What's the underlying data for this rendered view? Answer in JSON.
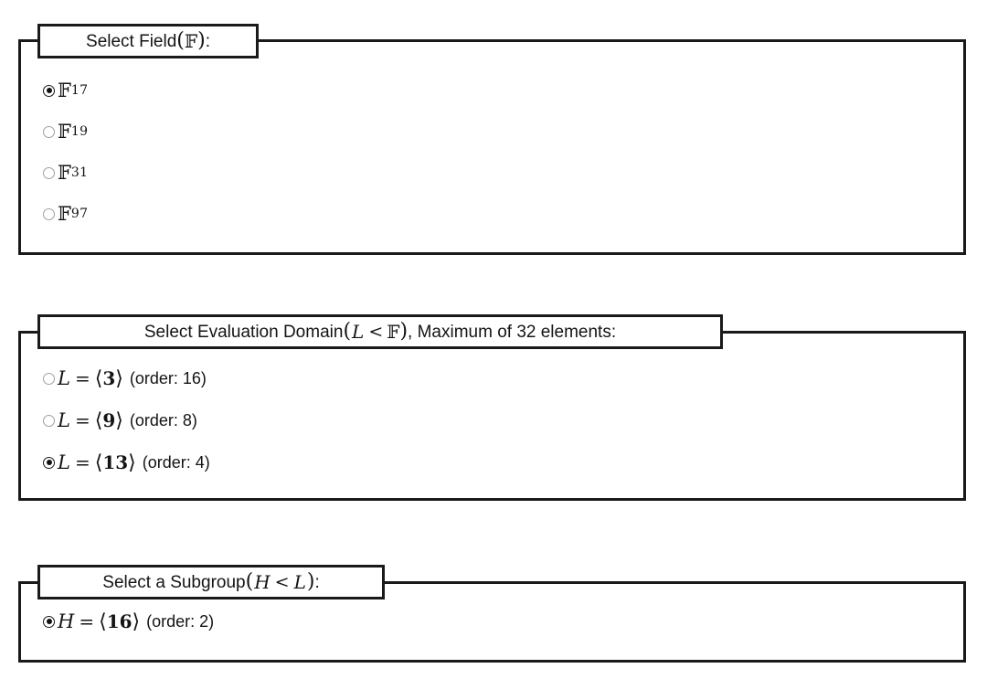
{
  "page": {
    "background": "#ffffff",
    "border_color": "#1a1a1a",
    "radio_on_color": "#111111",
    "radio_off_color": "#a0a0a0"
  },
  "groups": [
    {
      "id": "field",
      "legend": {
        "prefix": "Select Field ",
        "open_paren": "(",
        "symbol": "𝔽",
        "close_paren": ")",
        "suffix": ":",
        "full_text": "Select Field (𝔽):"
      },
      "options": [
        {
          "symbol": "𝔽",
          "subscript": "17",
          "label": "",
          "selected": true,
          "full_text": "𝔽17"
        },
        {
          "symbol": "𝔽",
          "subscript": "19",
          "label": "",
          "selected": false,
          "full_text": "𝔽19"
        },
        {
          "symbol": "𝔽",
          "subscript": "31",
          "label": "",
          "selected": false,
          "full_text": "𝔽31"
        },
        {
          "symbol": "𝔽",
          "subscript": "97",
          "label": "",
          "selected": false,
          "full_text": "𝔽97"
        }
      ]
    },
    {
      "id": "evaluation-domain",
      "legend": {
        "prefix": "Select Evaluation Domain ",
        "open_paren": "(",
        "var_left": "L",
        "relation": "<",
        "var_right": "𝔽",
        "close_paren": ")",
        "suffix": ", Maximum of 32 elements:",
        "max_elements": "32",
        "full_text": "Select Evaluation Domain (L < 𝔽), Maximum of 32 elements:"
      },
      "options": [
        {
          "var": "L",
          "equals": "=",
          "generator": "3",
          "order_label": "(order: 16)",
          "order": "16",
          "selected": false,
          "full_text": "L = ⟨3⟩ (order: 16)"
        },
        {
          "var": "L",
          "equals": "=",
          "generator": "9",
          "order_label": "(order: 8)",
          "order": "8",
          "selected": false,
          "full_text": "L = ⟨9⟩ (order: 8)"
        },
        {
          "var": "L",
          "equals": "=",
          "generator": "13",
          "order_label": "(order: 4)",
          "order": "4",
          "selected": true,
          "full_text": "L = ⟨13⟩ (order: 4)"
        }
      ]
    },
    {
      "id": "subgroup",
      "legend": {
        "prefix": "Select a Subgroup ",
        "open_paren": "(",
        "var_left": "H",
        "relation": "<",
        "var_right": "L",
        "close_paren": ")",
        "suffix": ":",
        "full_text": "Select a Subgroup (H < L):"
      },
      "options": [
        {
          "var": "H",
          "equals": "=",
          "generator": "16",
          "order_label": "(order: 2)",
          "order": "2",
          "selected": true,
          "full_text": "H = ⟨16⟩ (order: 2)"
        }
      ]
    }
  ],
  "symbols": {
    "angle_open": "⟨",
    "angle_close": "⟩",
    "less_than": "<",
    "equals": "="
  }
}
